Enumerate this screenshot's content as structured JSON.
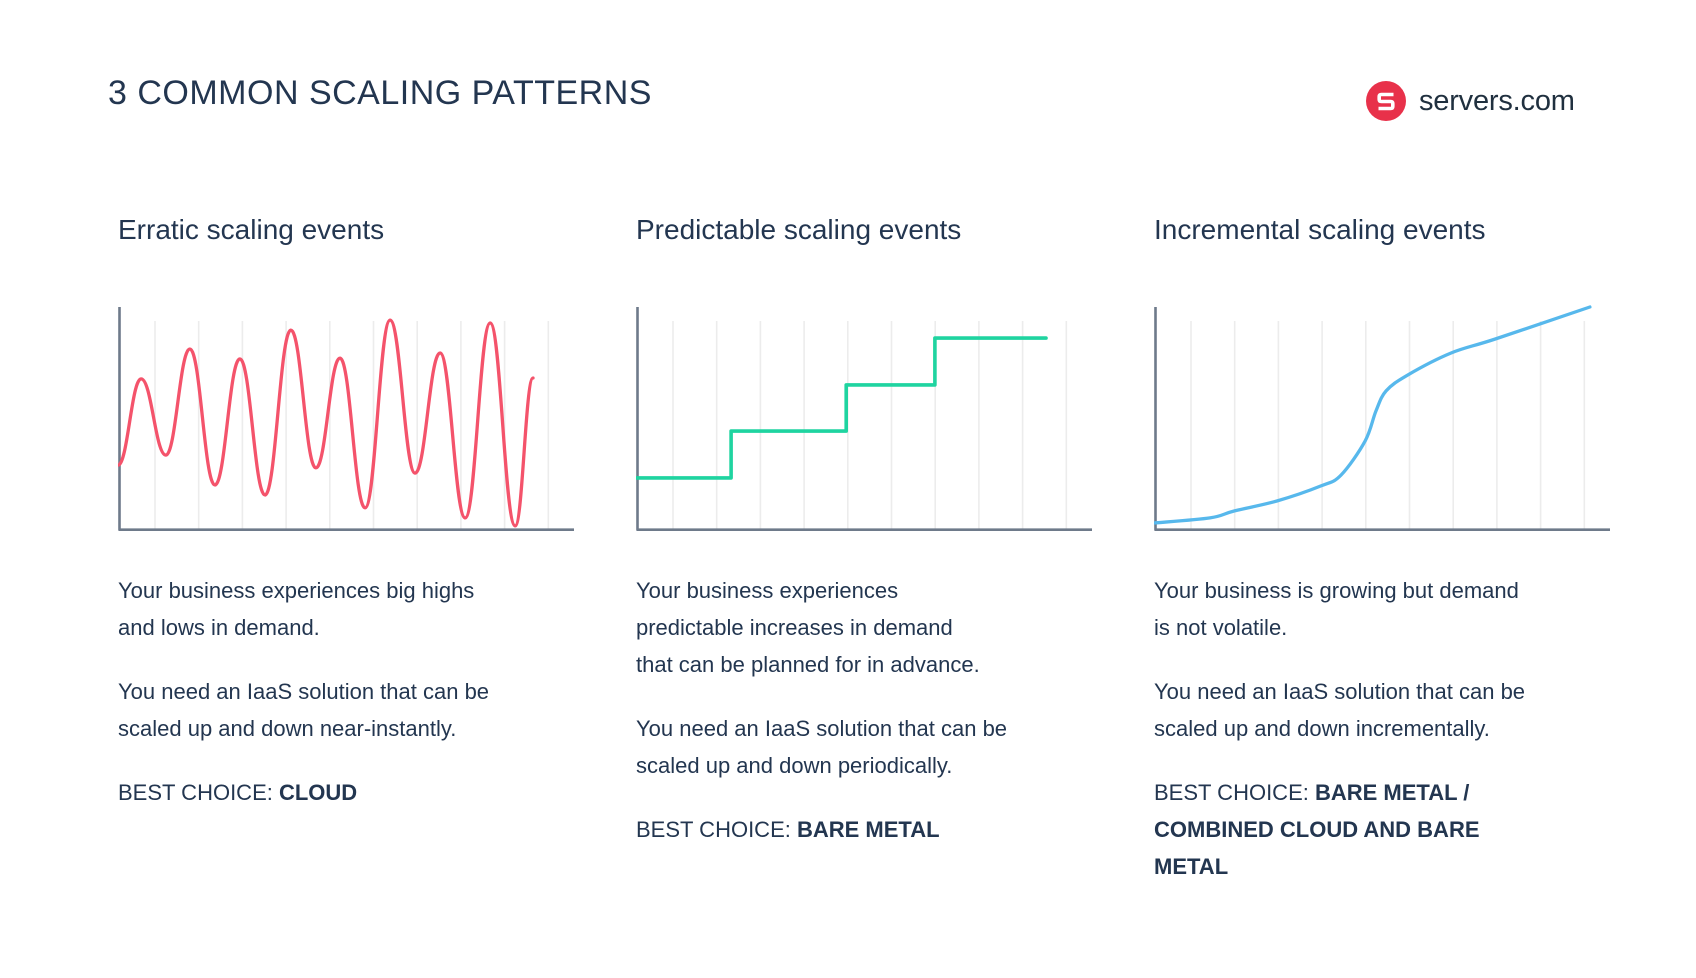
{
  "header": {
    "title": "3 COMMON SCALING PATTERNS"
  },
  "logo": {
    "brand": "servers.com",
    "mark_letter": "s"
  },
  "theme": {
    "text_navy": "#233650",
    "logo_red": "#e8314a",
    "wave_red": "#f4536b",
    "steps_green": "#1fd4a0",
    "sigmoid_blue": "#57b8ec",
    "axis_gray": "#6e7a8a",
    "grid_gray": "#ececec"
  },
  "columns": [
    {
      "heading": "Erratic scaling events",
      "paragraphs": [
        "Your business experiences big highs\nand lows in demand.",
        "You need an IaaS solution that can be\nscaled up and down near-instantly."
      ],
      "best_choice_label": "BEST CHOICE: ",
      "best_choice_value": "CLOUD"
    },
    {
      "heading": "Predictable scaling events",
      "paragraphs": [
        "Your business experiences\npredictable increases in demand\nthat can be planned for in advance.",
        "You need an IaaS solution that can be\nscaled up and down periodically."
      ],
      "best_choice_label": "BEST CHOICE: ",
      "best_choice_value": "BARE METAL"
    },
    {
      "heading": "Incremental scaling events",
      "paragraphs": [
        "Your business is growing but demand\nis not volatile.",
        "You need an IaaS solution that can be\nscaled up and down incrementally."
      ],
      "best_choice_label": "BEST CHOICE: ",
      "best_choice_value": "BARE METAL /\nCOMBINED CLOUD AND BARE\nMETAL"
    }
  ],
  "chart_data": [
    {
      "type": "line",
      "style": "wave",
      "title": "Erratic scaling events",
      "color": "#f4536b",
      "axes_labeled": false,
      "grid": "vertical-only",
      "x_range": [
        0,
        100
      ],
      "y_range": [
        0,
        100
      ],
      "points": [
        [
          0,
          28.8
        ],
        [
          5.1,
          67.6
        ],
        [
          10.5,
          33.3
        ],
        [
          15.8,
          81.1
        ],
        [
          21.3,
          19.8
        ],
        [
          26.8,
          76.6
        ],
        [
          32.3,
          15.3
        ],
        [
          38,
          89.6
        ],
        [
          43.5,
          27.5
        ],
        [
          48.8,
          77
        ],
        [
          54.3,
          9.5
        ],
        [
          59.8,
          94.1
        ],
        [
          65.3,
          25.2
        ],
        [
          70.8,
          79.3
        ],
        [
          76.3,
          5
        ],
        [
          81.8,
          92.8
        ],
        [
          87.3,
          1.4
        ],
        [
          91.2,
          68
        ]
      ]
    },
    {
      "type": "line",
      "style": "steps",
      "title": "Predictable scaling events",
      "color": "#1fd4a0",
      "axes_labeled": false,
      "grid": "vertical-only",
      "x_range": [
        0,
        100
      ],
      "y_range": [
        0,
        100
      ],
      "points": [
        [
          0,
          23
        ],
        [
          20.9,
          23
        ],
        [
          20.9,
          44.1
        ],
        [
          46.2,
          44.1
        ],
        [
          46.2,
          64.9
        ],
        [
          65.7,
          64.9
        ],
        [
          65.7,
          86
        ],
        [
          90.1,
          86
        ]
      ]
    },
    {
      "type": "line",
      "style": "sigmoid",
      "title": "Incremental scaling events",
      "color": "#57b8ec",
      "axes_labeled": false,
      "grid": "vertical-only",
      "x_range": [
        0,
        100
      ],
      "y_range": [
        0,
        100
      ],
      "points": [
        [
          0,
          2.7
        ],
        [
          12.3,
          5
        ],
        [
          17.6,
          8.1
        ],
        [
          27,
          12.6
        ],
        [
          36.7,
          19.4
        ],
        [
          41.1,
          24.3
        ],
        [
          46.4,
          39.6
        ],
        [
          48.8,
          53.2
        ],
        [
          51,
          62.2
        ],
        [
          55.8,
          69.4
        ],
        [
          65.3,
          79.3
        ],
        [
          75,
          85.6
        ],
        [
          95.8,
          100
        ]
      ]
    }
  ]
}
